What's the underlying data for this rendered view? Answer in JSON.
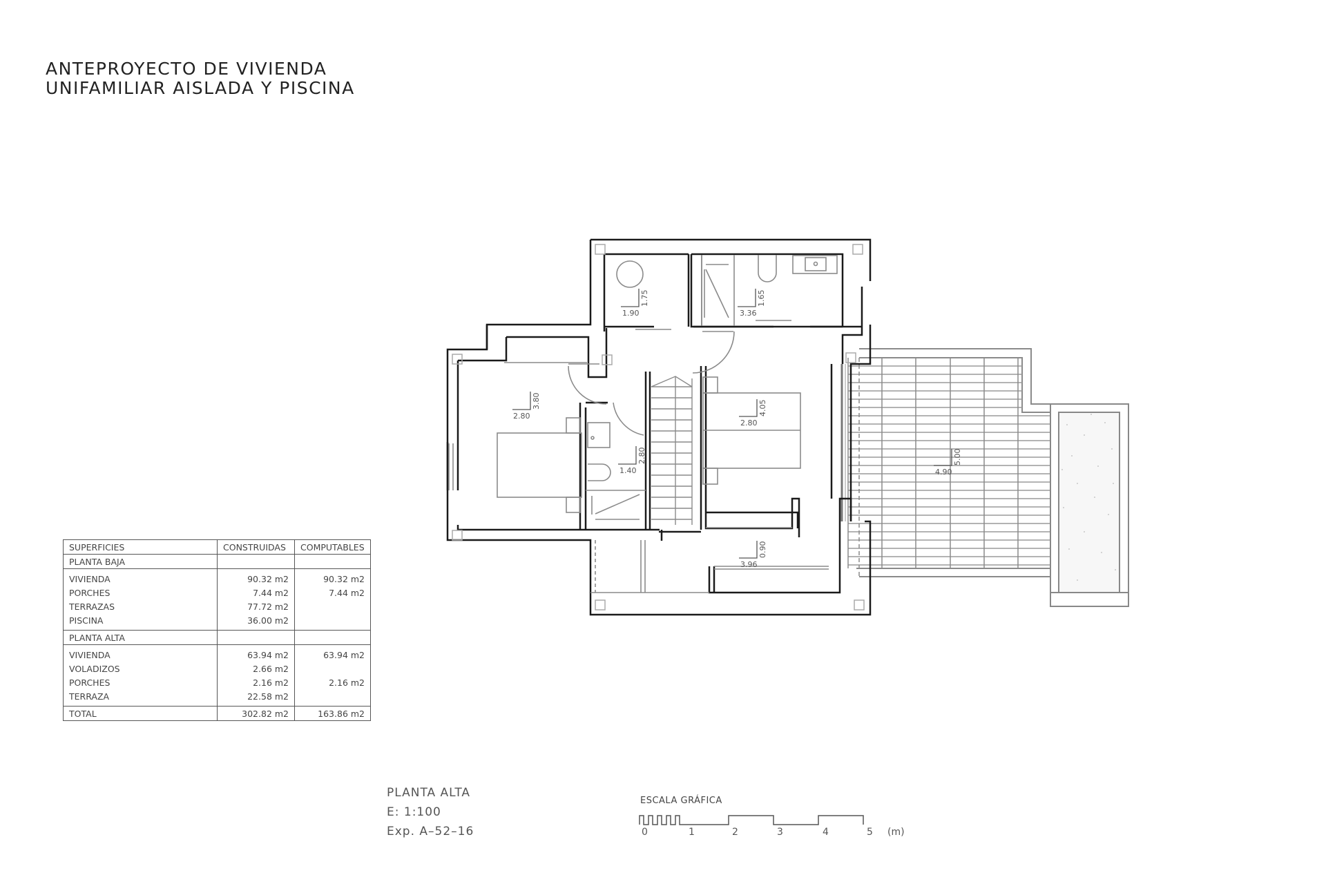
{
  "title": {
    "line1": "ANTEPROYECTO  DE  VIVIENDA",
    "line2": "UNIFAMILIAR  AISLADA  Y  PISCINA"
  },
  "surfaces_table": {
    "headers": [
      "SUPERFICIES",
      "CONSTRUIDAS",
      "COMPUTABLES"
    ],
    "sections": [
      {
        "name": "PLANTA  BAJA",
        "rows": [
          {
            "label": "VIVIENDA",
            "construidas": "90.32  m2",
            "computables": "90.32  m2"
          },
          {
            "label": "PORCHES",
            "construidas": "7.44  m2",
            "computables": "7.44  m2"
          },
          {
            "label": "TERRAZAS",
            "construidas": "77.72  m2",
            "computables": ""
          },
          {
            "label": "PISCINA",
            "construidas": "36.00  m2",
            "computables": ""
          }
        ]
      },
      {
        "name": "PLANTA  ALTA",
        "rows": [
          {
            "label": "VIVIENDA",
            "construidas": "63.94  m2",
            "computables": "63.94  m2"
          },
          {
            "label": "VOLADIZOS",
            "construidas": "2.66  m2",
            "computables": ""
          },
          {
            "label": "PORCHES",
            "construidas": "2.16  m2",
            "computables": "2.16  m2"
          },
          {
            "label": "TERRAZA",
            "construidas": "22.58  m2",
            "computables": ""
          }
        ]
      }
    ],
    "total": {
      "label": "TOTAL",
      "construidas": "302.82  m2",
      "computables": "163.86  m2"
    }
  },
  "plan_info": {
    "name": "PLANTA  ALTA",
    "scale": "E:  1:100",
    "expedient": "Exp.  A–52–16"
  },
  "graphic_scale": {
    "label": "ESCALA  GRÁFICA",
    "ticks": [
      "0",
      "1",
      "2",
      "3",
      "4",
      "5"
    ],
    "unit": "(m)"
  },
  "room_dimensions": [
    {
      "room": "bathroom-1",
      "width": "1.90",
      "depth": "1.75"
    },
    {
      "room": "bathroom-2",
      "width": "3.36",
      "depth": "1.65"
    },
    {
      "room": "bedroom-left",
      "width": "2.80",
      "depth": "3.80"
    },
    {
      "room": "ensuite-bathroom",
      "width": "1.40",
      "depth": "2.80"
    },
    {
      "room": "bedroom-right",
      "width": "2.80",
      "depth": "4.05"
    },
    {
      "room": "hall",
      "width": "3.96",
      "depth": "0.90"
    },
    {
      "room": "terrace",
      "width": "4.90",
      "depth": "5.00"
    }
  ],
  "colors": {
    "wall": "#1a1a1a",
    "thin_line": "#8a8a8a",
    "text": "#444444",
    "background": "#ffffff"
  }
}
